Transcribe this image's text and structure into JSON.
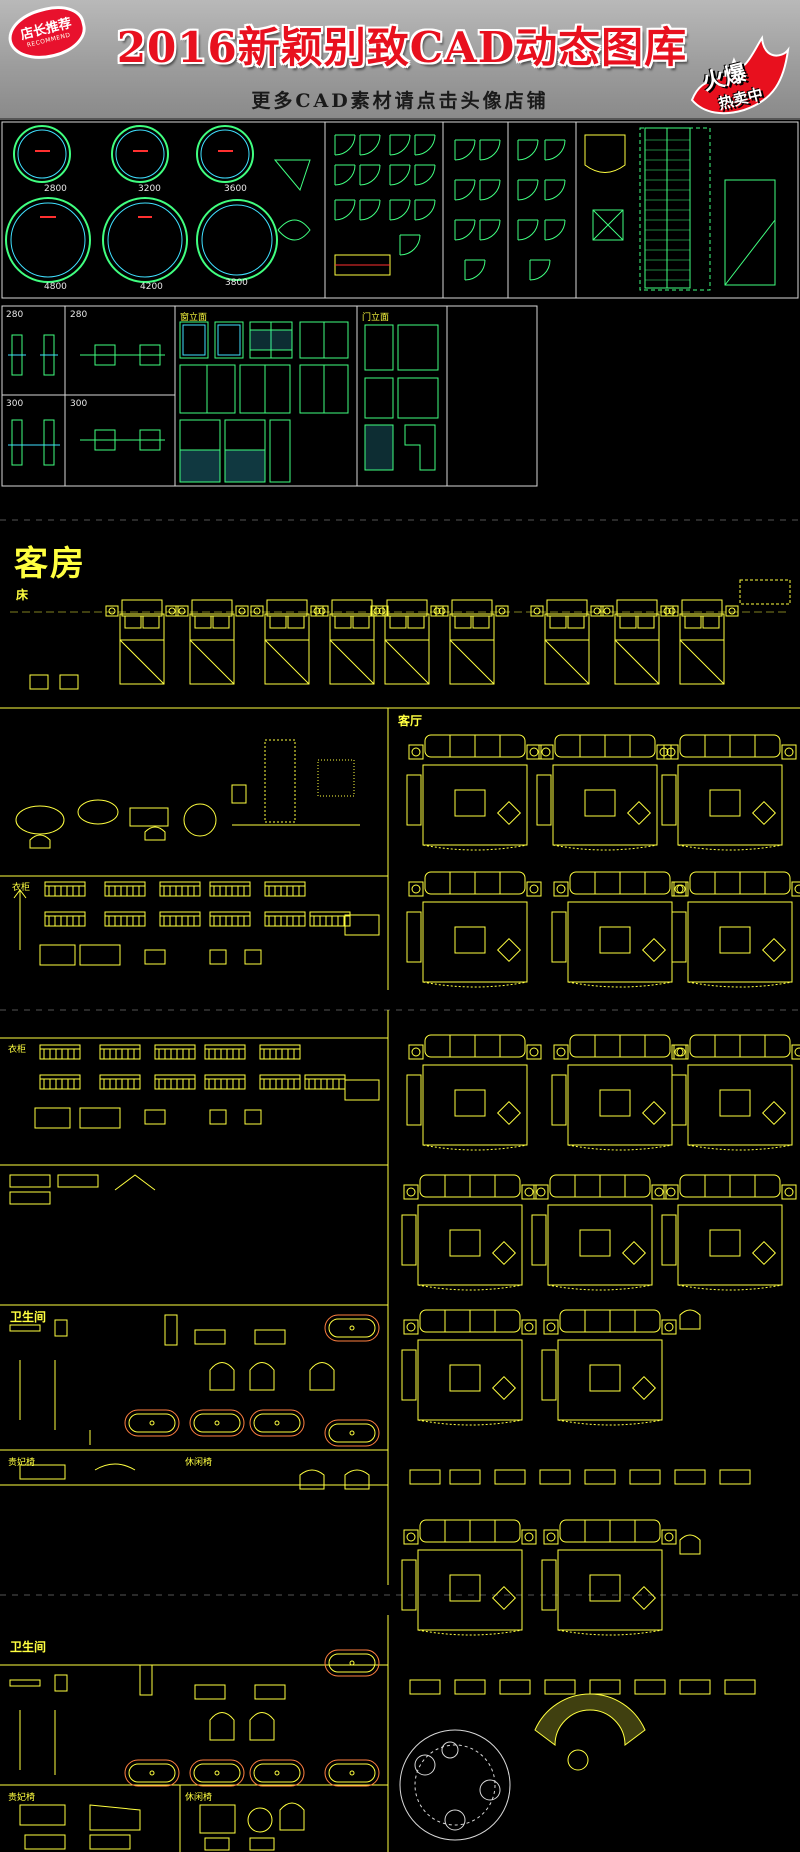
{
  "header": {
    "badge_text": "店长推荐",
    "badge_sub": "RECOMMEND",
    "title": "2016新颖别致CAD动态图库",
    "subtitle": "更多CAD素材请点击头像店铺",
    "hot_line1": "火爆",
    "hot_line2": "热卖中"
  },
  "colors": {
    "title_red": "#e8101e",
    "cad_yellow": "#ffff40",
    "cad_green": "#40ff80",
    "cad_cyan": "#40e0ff",
    "frame_white": "#d8d8d8"
  },
  "top_panels": {
    "circle_dims": [
      "2800",
      "3200",
      "3600",
      "4800",
      "4200",
      "3800"
    ],
    "door_widths": [
      "280",
      "280",
      "300",
      "300"
    ],
    "panel_labels": [
      "窗立面",
      "门立面"
    ]
  },
  "section": {
    "title": "客房",
    "bed_label": "床",
    "living_label": "客厅",
    "wardrobe_label": "衣柜",
    "bathroom_label": "卫生间",
    "chaise_label": "贵妃椅",
    "leisure_label": "休闲椅"
  }
}
